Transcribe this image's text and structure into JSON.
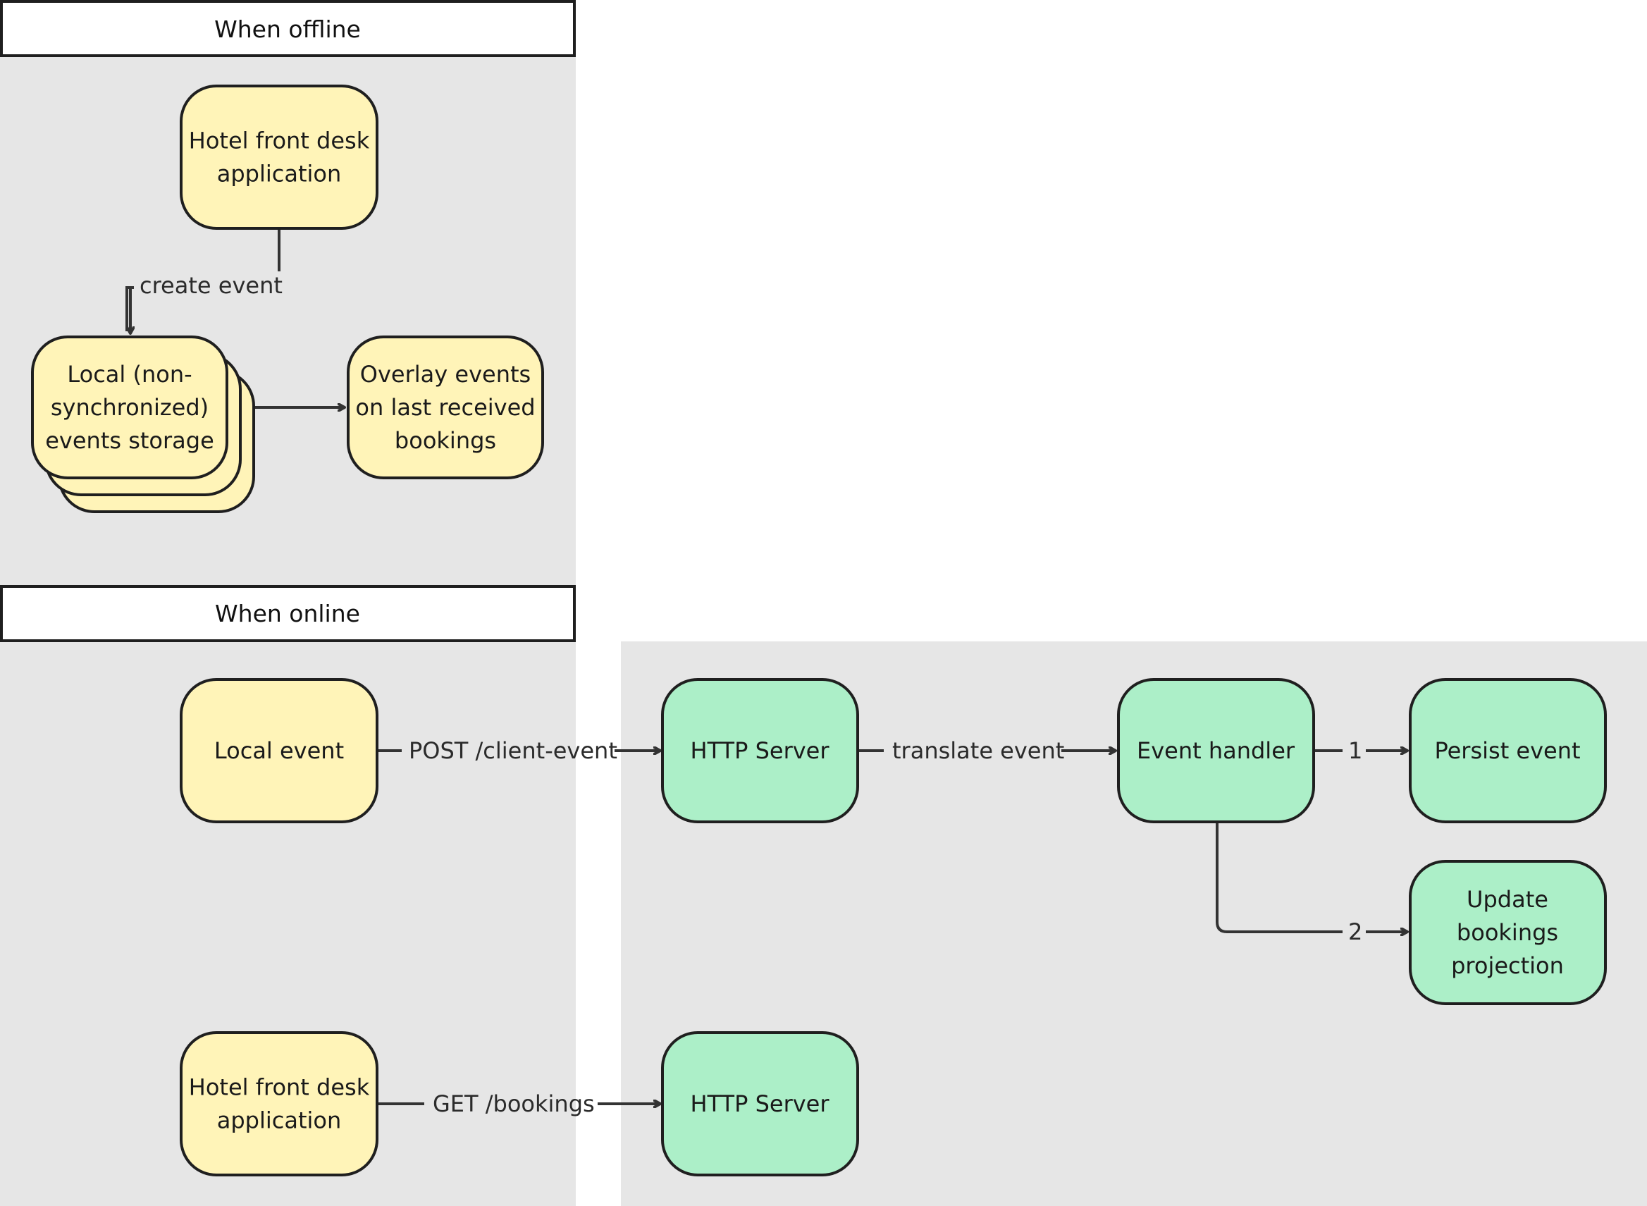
{
  "colors": {
    "region_bg": "#e6e6e6",
    "client_fill": "#fff4b8",
    "server_fill": "#acefc8",
    "stroke": "#1f1f1f",
    "edge": "#333333"
  },
  "sections": {
    "offline_header": "When offline",
    "online_header": "When online"
  },
  "nodes": {
    "offline_app": [
      "Hotel front desk",
      "application"
    ],
    "local_storage": [
      "Local (non-",
      "synchronized)",
      "events storage"
    ],
    "overlay_events": [
      "Overlay events",
      "on last received",
      "bookings"
    ],
    "local_event": [
      "Local event"
    ],
    "http_server_1": [
      "HTTP Server"
    ],
    "event_handler": [
      "Event handler"
    ],
    "persist_event": [
      "Persist event"
    ],
    "update_projection": [
      "Update",
      "bookings",
      "projection"
    ],
    "online_app": [
      "Hotel front desk",
      "application"
    ],
    "http_server_2": [
      "HTTP Server"
    ]
  },
  "edges": {
    "create_event": "create event",
    "post_client_event": "POST /client-event",
    "translate_event": "translate event",
    "step_1": "1",
    "step_2": "2",
    "get_bookings": "GET /bookings"
  }
}
